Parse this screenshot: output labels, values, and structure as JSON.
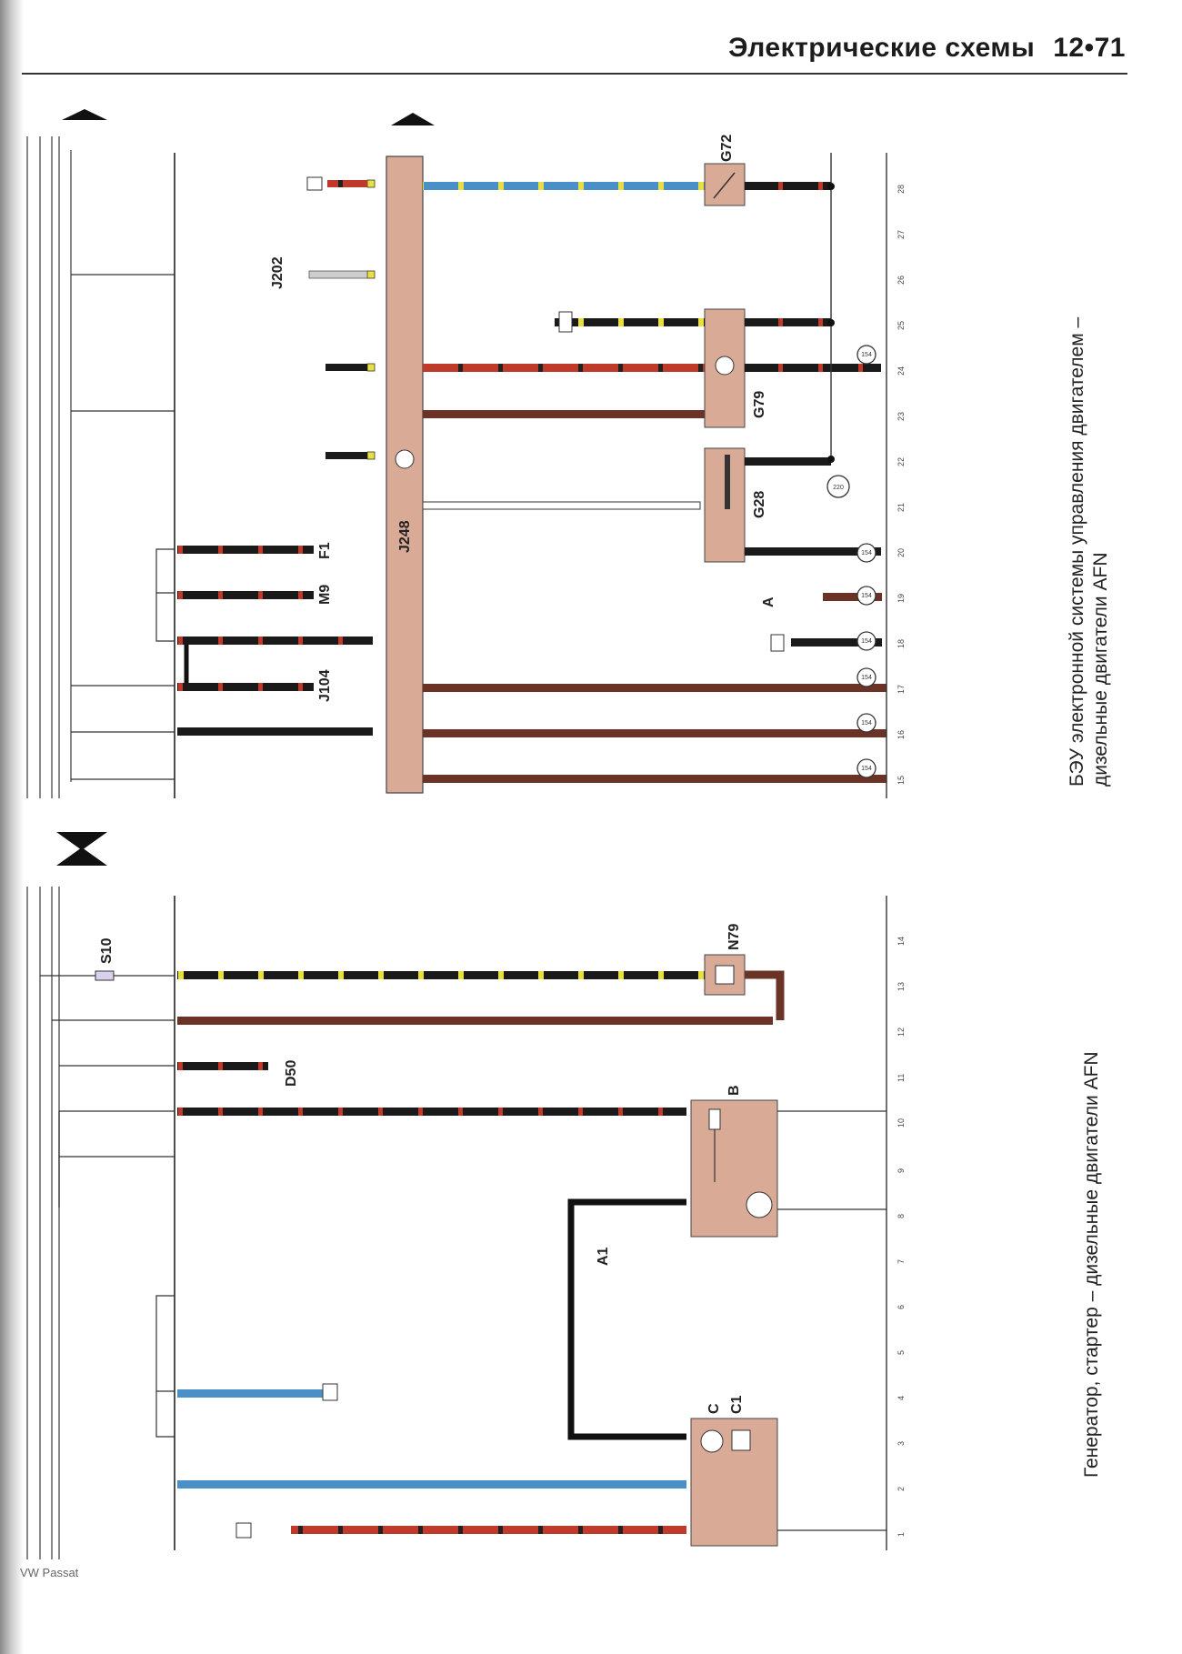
{
  "header": {
    "title": "Электрические схемы",
    "page": "12•71"
  },
  "footer": {
    "text": "VW Passat"
  },
  "top_diagram": {
    "caption_line1": "БЭУ электронной системы управления двигателем –",
    "caption_line2": "дизельные двигатели AFN",
    "components": {
      "ecu": "J248",
      "relay": "J202",
      "j104": "J104",
      "fuse": "F1",
      "m": "M9",
      "sensor_g72": "G72",
      "sensor_g79": "G79",
      "sensor_g28": "G28",
      "point_a": "A"
    },
    "ground_refs": [
      "154",
      "154",
      "154",
      "154",
      "154",
      "154",
      "154",
      "220"
    ],
    "current_tracks": [
      "15",
      "16",
      "17",
      "18",
      "19",
      "20",
      "21",
      "22",
      "23",
      "24",
      "25",
      "26",
      "27",
      "28"
    ]
  },
  "bottom_diagram": {
    "caption": "Генератор, стартер – дизельные двигатели AFN",
    "components": {
      "starter": "B",
      "alternator": "C",
      "regulator": "C1",
      "heater": "N79",
      "ignition_switch": "D50",
      "fuse": "S10",
      "point_a1": "A1"
    },
    "current_tracks": [
      "1",
      "2",
      "3",
      "4",
      "5",
      "6",
      "7",
      "8",
      "9",
      "10",
      "11",
      "12",
      "13",
      "14"
    ]
  },
  "colors": {
    "red_wire": "#c03a2b",
    "brown_wire": "#6b3326",
    "blue_wire": "#4a90c8",
    "black_wire": "#1a1a1a",
    "yellow_mark": "#e8e040",
    "component_fill": "#d9ab97"
  }
}
